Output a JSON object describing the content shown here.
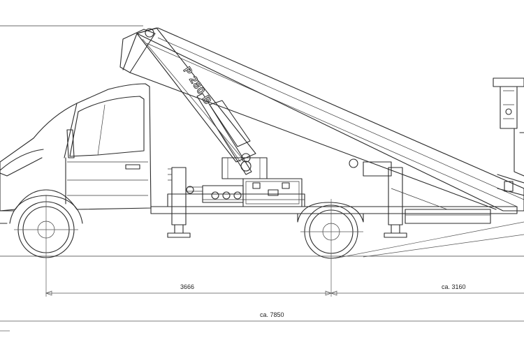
{
  "drawing": {
    "model_label": "P 280 B",
    "dimensions": {
      "wheelbase": "3666",
      "rear_overhang": "ca. 3160",
      "overall_length": "ca. 7850"
    }
  }
}
